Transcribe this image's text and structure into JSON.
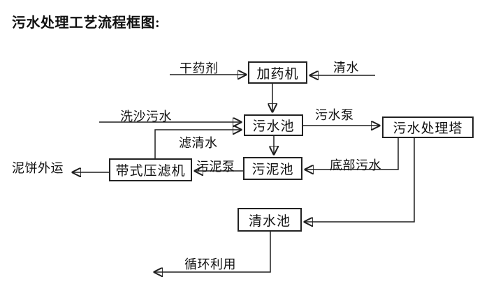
{
  "title": "污水处理工艺流程框图:",
  "boxes": {
    "dosing_machine": "加药机",
    "sewage_pool": "污水池",
    "treatment_tower": "污水处理塔",
    "sludge_pool": "污泥池",
    "belt_filter_press": "带式压滤机",
    "clean_water_pool": "清水池"
  },
  "flow_labels": {
    "dry_agent": "干药剂",
    "clean_water": "清水",
    "sand_washing_sewage": "洗沙污水",
    "sewage_pump": "污水泵",
    "filtered_water": "滤清水",
    "sludge_pump": "污泥泵",
    "bottom_sewage": "底部污水",
    "mud_cake_out": "泥饼外运",
    "recycle_use": "循环利用"
  },
  "edges": [
    {
      "from": "干药剂",
      "to": "加药机",
      "label": "干药剂"
    },
    {
      "from": "清水",
      "to": "加药机",
      "label": "清水"
    },
    {
      "from": "加药机",
      "to": "污水池",
      "label": ""
    },
    {
      "from": "洗沙污水",
      "to": "污水池",
      "label": "洗沙污水"
    },
    {
      "from": "带式压滤机",
      "to": "污水池",
      "label": "滤清水"
    },
    {
      "from": "污水池",
      "to": "污水处理塔",
      "label": "污水泵"
    },
    {
      "from": "污水池",
      "to": "污泥池",
      "label": ""
    },
    {
      "from": "污水处理塔",
      "to": "污泥池",
      "label": "底部污水"
    },
    {
      "from": "污泥池",
      "to": "带式压滤机",
      "label": "污泥泵"
    },
    {
      "from": "带式压滤机",
      "to": "泥饼外运",
      "label": "泥饼外运"
    },
    {
      "from": "污水处理塔",
      "to": "清水池",
      "label": ""
    },
    {
      "from": "清水池",
      "to": "循环利用",
      "label": "循环利用"
    }
  ],
  "colors": {
    "line": "#1f1f1f",
    "text": "#111111",
    "background": "#ffffff"
  }
}
